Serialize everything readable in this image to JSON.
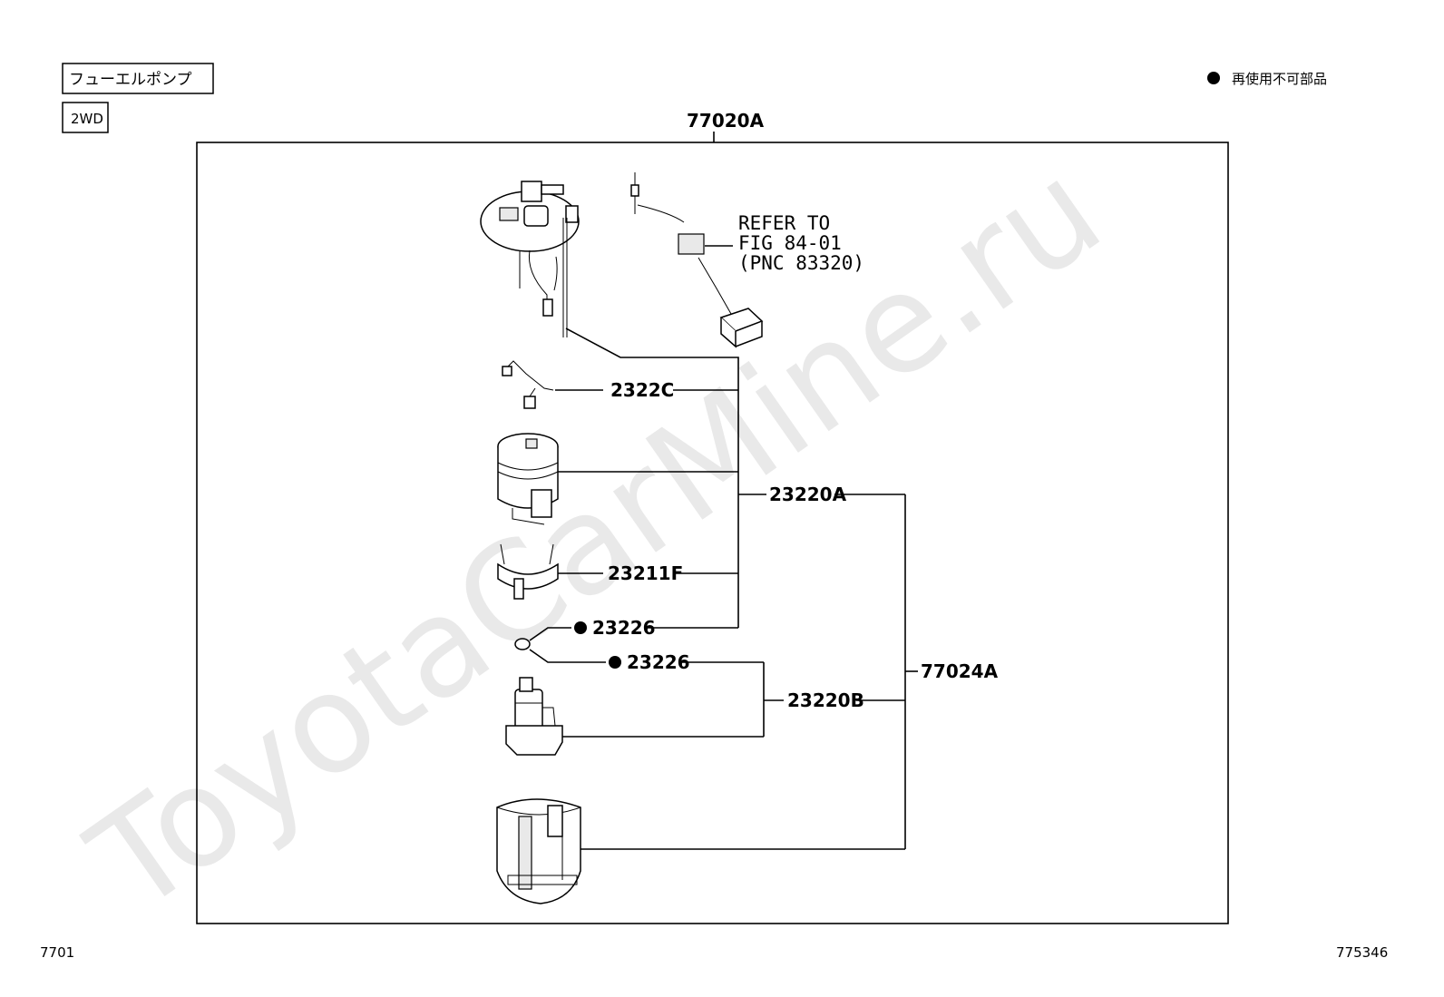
{
  "header": {
    "title_box": "フューエルポンプ",
    "variant_box": "2WD",
    "legend_text": "再使用不可部品"
  },
  "labels": {
    "assembly": "77020A",
    "refer_line1": "REFER TO",
    "refer_line2": "FIG 84-01",
    "refer_line3": "(PNC 83320)",
    "wire": "2322C",
    "filter_assy": "23220A",
    "bracket": "23211F",
    "gasket_top": "23226",
    "gasket_bottom": "23226",
    "pump": "23220B",
    "sub_assy": "77024A"
  },
  "footer": {
    "left_code": "7701",
    "right_code": "775346"
  },
  "watermark": "ToyotaCarMine.ru",
  "colors": {
    "line": "#000000",
    "watermark": "#e9e9e9"
  }
}
